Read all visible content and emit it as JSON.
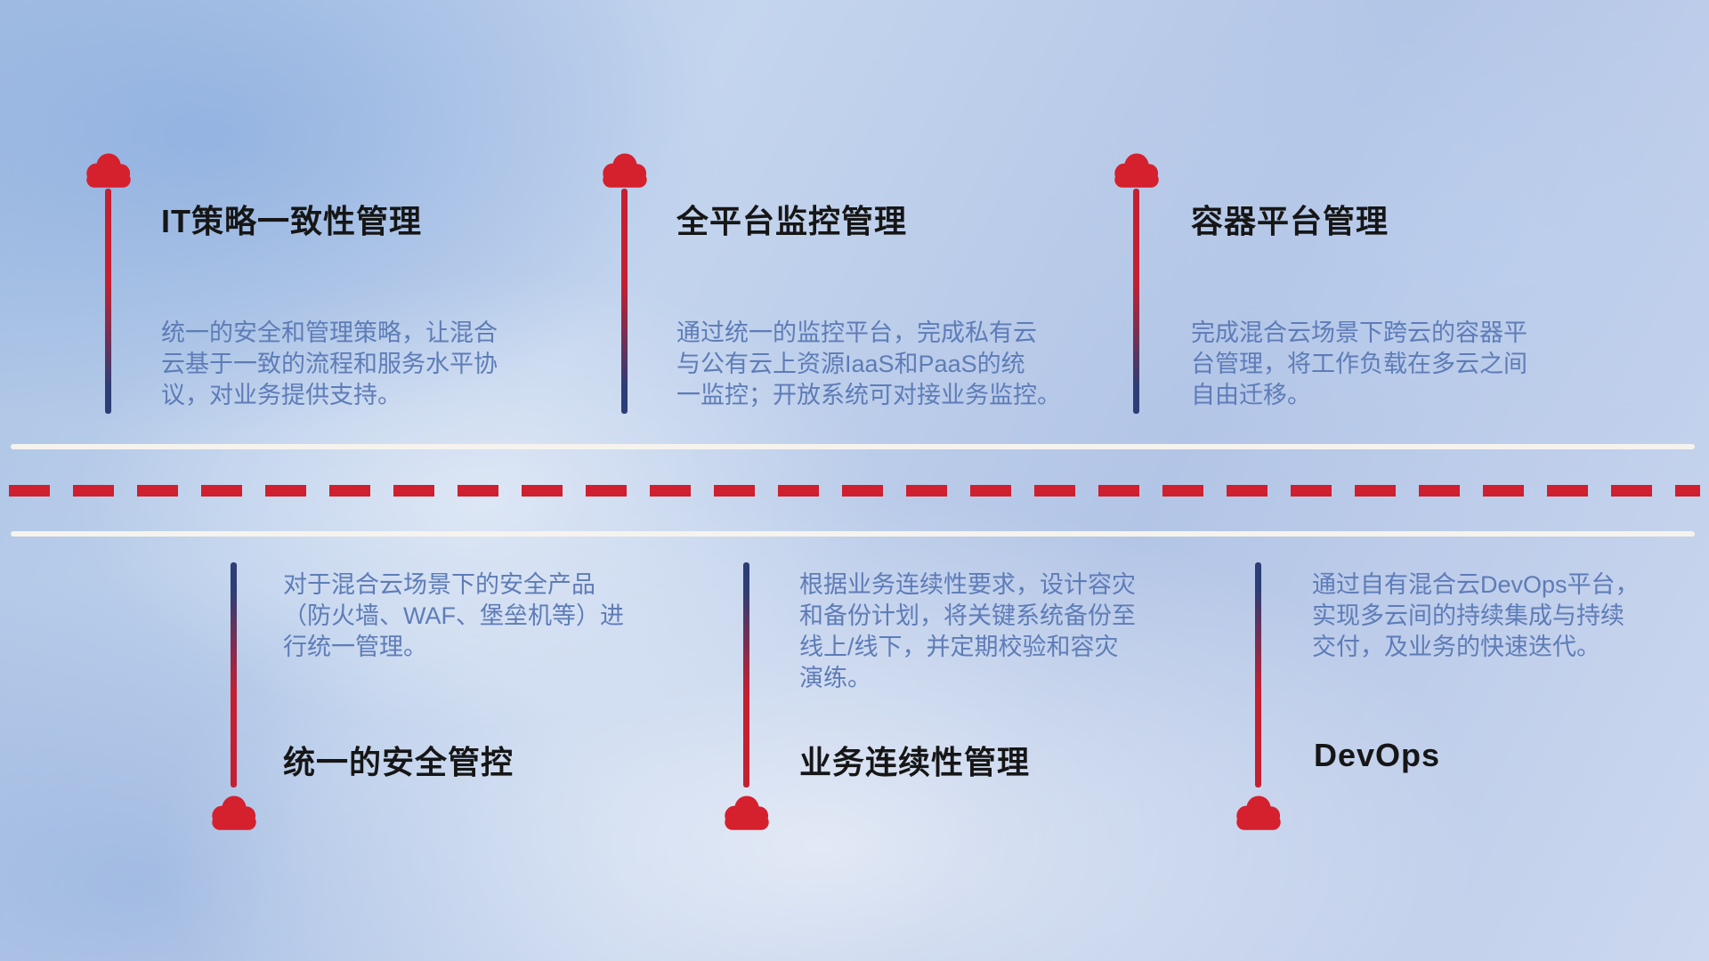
{
  "colors": {
    "cloud_red": "#d5202e",
    "line_red": "#c42031",
    "line_navy": "#2c3e75",
    "dash_red": "#d01f2e",
    "title_text": "#161616",
    "body_text": "#5e7cb7",
    "separator_white": "#f6f3ee"
  },
  "top_items": [
    {
      "title": "IT策略一致性管理",
      "description": "统一的安全和管理策略，让混合\n云基于一致的流程和服务水平协\n议，对业务提供支持。"
    },
    {
      "title": "全平台监控管理",
      "description": "通过统一的监控平台，完成私有云\n与公有云上资源IaaS和PaaS的统\n一监控；开放系统可对接业务监控。"
    },
    {
      "title": "容器平台管理",
      "description": "完成混合云场景下跨云的容器平\n台管理，将工作负载在多云之间\n自由迁移。"
    }
  ],
  "bottom_items": [
    {
      "title": "统一的安全管控",
      "description": "对于混合云场景下的安全产品\n（防火墙、WAF、堡垒机等）进\n行统一管理。"
    },
    {
      "title": "业务连续性管理",
      "description": "根据业务连续性要求，设计容灾\n和备份计划，将关键系统备份至\n线上/线下，并定期校验和容灾\n演练。"
    },
    {
      "title": "DevOps",
      "description": "通过自有混合云DevOps平台，\n实现多云间的持续集成与持续\n交付，及业务的快速迭代。"
    }
  ]
}
